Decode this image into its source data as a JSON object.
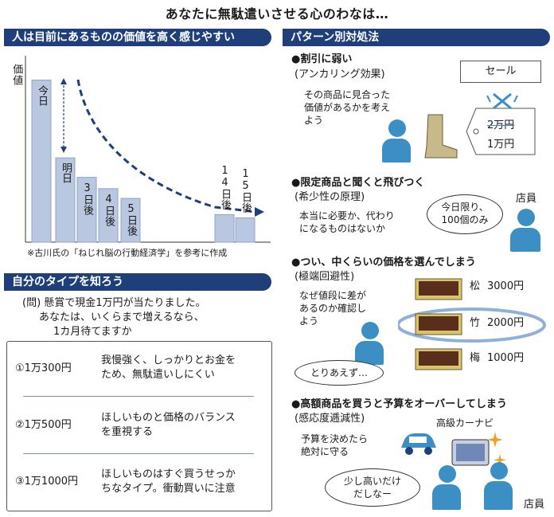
{
  "title": "あなたに無駄遣いさせる心のわなは…",
  "left_section": {
    "banner": "人は目前にあるものの価値を高く感じやすい",
    "y_axis_label": "価値",
    "note": "※古川氏の「ねじれ脳の行動経済学」を参考に作成"
  },
  "chart_data": {
    "type": "bar",
    "categories": [
      "今日",
      "明日",
      "3日後",
      "4日後",
      "5日後",
      "14日後",
      "15日後"
    ],
    "values": [
      100,
      52,
      40,
      33,
      27,
      17,
      15
    ],
    "ylabel": "価値",
    "xlabel": "",
    "ylim": [
      0,
      115
    ],
    "grid": false
  },
  "type_section": {
    "banner": "自分のタイプを知ろう",
    "question_line1": "(問) 懸賞で現金1万円が当たりました。",
    "question_line2": "あなたは、いくらまで増えるなら、",
    "question_line3": "1カ月待てますか",
    "answers": [
      {
        "option": "①1万300円",
        "desc_line1": "我慢強く、しっかりとお金を",
        "desc_line2": "ため、無駄遣いしにくい"
      },
      {
        "option": "②1万500円",
        "desc_line1": "ほしいものと価格のバランス",
        "desc_line2": "を重視する"
      },
      {
        "option": "③1万1000円",
        "desc_line1": "ほしいものはすぐ買うせっか",
        "desc_line2": "ちなタイプ。衝動買いに注意"
      }
    ]
  },
  "pattern_section": {
    "banner": "パターン別対処法",
    "p1": {
      "heading": "割引に弱い",
      "sub": "(アンカリング効果)",
      "body_line1": "その商品に見合った",
      "body_line2": "価値があるかを考え",
      "body_line3": "よう",
      "sale_sign": "セール",
      "old_price": "2万円",
      "new_price": "1万円"
    },
    "p2": {
      "heading": "限定商品と聞くと飛びつく",
      "sub": "(希少性の原理)",
      "body_line1": "本当に必要か、代わり",
      "body_line2": "になるものはないか",
      "bubble_line1": "今日限り、",
      "bubble_line2": "100個のみ",
      "clerk": "店員"
    },
    "p3": {
      "heading": "つい、中くらいの価格を選んでしまう",
      "sub": "(極端回避性)",
      "body_line1": "なぜ値段に差が",
      "body_line2": "あるのか確認し",
      "body_line3": "よう",
      "bubble": "とりあえず…",
      "items": [
        {
          "grade": "松",
          "price": "3000円"
        },
        {
          "grade": "竹",
          "price": "2000円"
        },
        {
          "grade": "梅",
          "price": "1000円"
        }
      ]
    },
    "p4": {
      "heading": "高額商品を買うと予算をオーバーしてしまう",
      "sub": "(感応度逓減性)",
      "body_line1": "予算を決めたら",
      "body_line2": "絶対に守る",
      "item_label": "高級カーナビ",
      "bubble_line1": "少し高いだけ",
      "bubble_line2": "だしなー",
      "clerk": "店員"
    }
  },
  "colors": {
    "banner": "#1f3f7a",
    "bar_fill": "#b9c8e0",
    "curve": "#1f3f7a",
    "person": "#3b8fc4",
    "highlight_ring": "#8fb0d8"
  }
}
